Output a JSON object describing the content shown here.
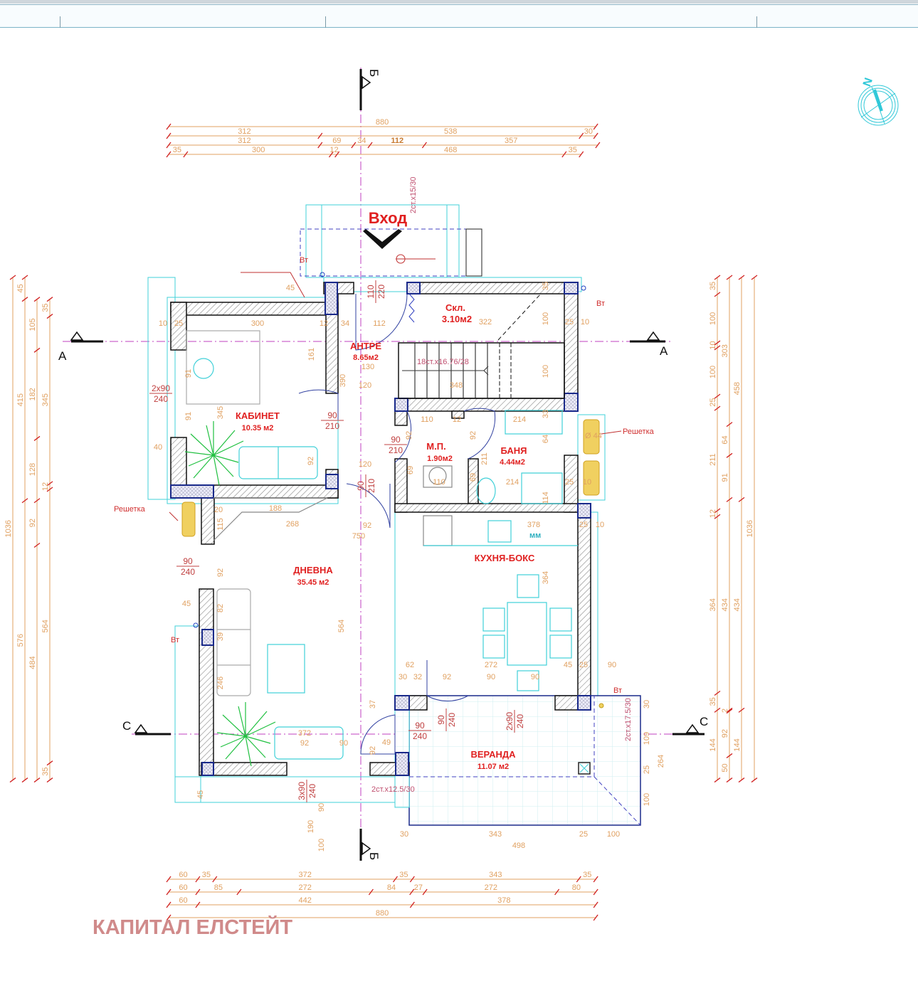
{
  "plan": {
    "entrance_label": "Вход",
    "rooms": [
      {
        "name": "АНТРЕ",
        "area": "8.65м2"
      },
      {
        "name": "Скл.",
        "area": "3.10м2"
      },
      {
        "name": "КАБИНЕТ",
        "area": "10.35 м2"
      },
      {
        "name": "М.П.",
        "area": "1.90м2"
      },
      {
        "name": "БАНЯ",
        "area": "4.44м2"
      },
      {
        "name": "ДНЕВНА",
        "area": "35.45 м2"
      },
      {
        "name": "КУХНЯ-БОКС",
        "area": ""
      },
      {
        "name": "ВЕРАНДА",
        "area": "11.07 м2"
      }
    ],
    "stairs": [
      "18ст.х16.76/28",
      "2ст.х15/30",
      "2ст.х12.5/30",
      "2ст.х17.5/30"
    ],
    "doors": [
      {
        "w": "110",
        "h": "220"
      },
      {
        "w": "90",
        "h": "210"
      },
      {
        "w": "2х90",
        "h": "240"
      },
      {
        "w": "90",
        "h": "210"
      },
      {
        "w": "90",
        "h": "210"
      },
      {
        "w": "90",
        "h": "240"
      },
      {
        "w": "90",
        "h": "240"
      },
      {
        "w": "90",
        "h": "240"
      },
      {
        "w": "2х90",
        "h": "240"
      },
      {
        "w": "3х90",
        "h": "240"
      }
    ],
    "notes": {
      "downpipe": "Вт",
      "grille": "Решетка",
      "kitchen_mm": "мм",
      "grille_diameter": "Ø 44"
    },
    "sections": {
      "a": "А",
      "b": "Б",
      "c": "С"
    },
    "north": "N",
    "colors": {
      "wall_outline": "#1a2a8a",
      "dimension": "#e0a060",
      "dimension_tick": "#d02020",
      "axis": "#c040c0",
      "furniture": "#30d0d8",
      "room_label": "#e02020",
      "plant": "#20c040"
    }
  },
  "dimensions": {
    "top": [
      [
        "880"
      ],
      [
        "312",
        "538",
        "30"
      ],
      [
        "312",
        "69",
        "34",
        "112",
        "357"
      ],
      [
        "35",
        "300",
        "12",
        "468",
        "35"
      ]
    ],
    "bottom": [
      [
        "60",
        "35",
        "372",
        "35",
        "343",
        "35"
      ],
      [
        "60",
        "85",
        "272",
        "84",
        "27",
        "272",
        "80"
      ],
      [
        "60",
        "442",
        "378"
      ],
      [
        "880"
      ]
    ],
    "left": [
      [
        "1036"
      ],
      [
        "45",
        "415",
        "576"
      ],
      [
        "105",
        "182",
        "128",
        "92",
        "484"
      ],
      [
        "35",
        "345",
        "12",
        "564",
        "35"
      ]
    ],
    "right": [
      [
        "35",
        "100",
        "10",
        "100",
        "25",
        "211",
        "12",
        "364",
        "35",
        "144"
      ],
      [
        "303",
        "64",
        "91",
        "434",
        "2",
        "92",
        "50"
      ],
      [
        "458",
        "434",
        "144"
      ],
      [
        "1036"
      ]
    ]
  },
  "interior_dims": [
    "10",
    "25",
    "300",
    "12",
    "34",
    "112",
    "322",
    "25",
    "10",
    "161",
    "130",
    "390",
    "120",
    "348",
    "345",
    "91",
    "91",
    "40",
    "92",
    "120",
    "110",
    "12",
    "92",
    "92",
    "211",
    "214",
    "33",
    "64",
    "69",
    "69",
    "110",
    "214",
    "25",
    "10",
    "114",
    "188",
    "268",
    "92",
    "750",
    "378",
    "25",
    "10",
    "115",
    "20",
    "92",
    "564",
    "364",
    "45",
    "82",
    "39",
    "246",
    "62",
    "272",
    "45",
    "25",
    "90",
    "30",
    "32",
    "92",
    "90",
    "90",
    "37",
    "92",
    "49",
    "372",
    "92",
    "90",
    "30",
    "109",
    "25",
    "100",
    "264",
    "30",
    "343",
    "25",
    "100",
    "498",
    "45",
    "90",
    "190",
    "100",
    "100",
    "100",
    "35",
    "45"
  ],
  "watermark": "КАПИТАЛ ЕЛСТЕЙТ"
}
